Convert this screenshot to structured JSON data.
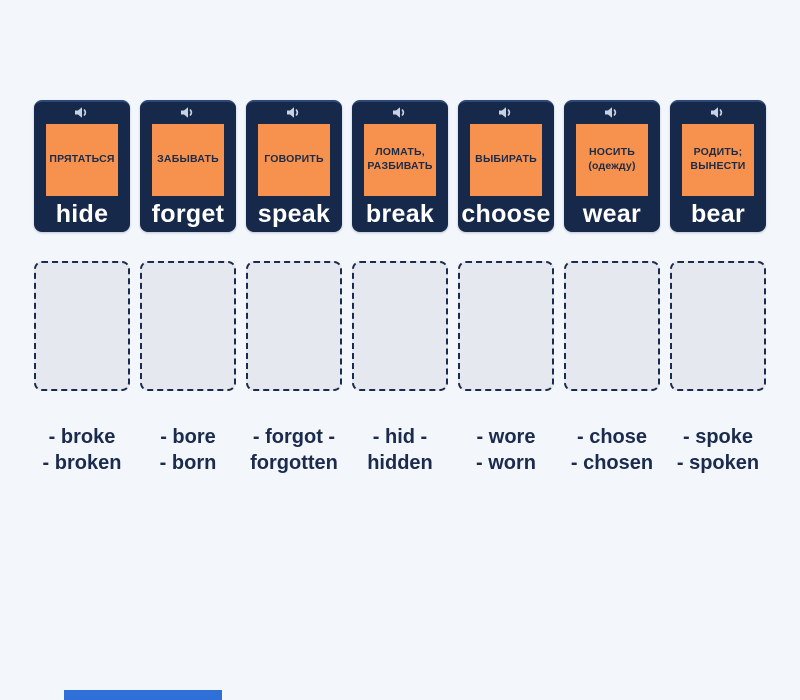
{
  "colors": {
    "page_bg": "#f3f7fc",
    "card_bg": "#17294a",
    "card_top_highlight": "#2c4877",
    "term_tile_bg": "#f6924e",
    "term_text": "#1d2b45",
    "card_word_text": "#ffffff",
    "slot_bg": "#e5e8ee",
    "slot_border": "#1b2b4d",
    "answer_text": "#1b2b4d",
    "speaker_icon": "#c9d2e0",
    "bottom_bar": "#2e6fd8"
  },
  "icons": {
    "speaker": "speaker-with-sound-wave"
  },
  "cards": [
    {
      "russian": "ПРЯТАТЬСЯ",
      "english": "hide"
    },
    {
      "russian": "ЗАБЫВАТЬ",
      "english": "forget"
    },
    {
      "russian": "ГОВОРИТЬ",
      "english": "speak"
    },
    {
      "russian": "ЛОМАТЬ,\nРАЗБИВАТЬ",
      "english": "break"
    },
    {
      "russian": "ВЫБИРАТЬ",
      "english": "choose"
    },
    {
      "russian": "НОСИТЬ\n(одежду)",
      "english": "wear"
    },
    {
      "russian": "РОДИТЬ;\nВЫНЕСТИ",
      "english": "bear"
    }
  ],
  "answers": [
    {
      "text": "- broke\n- broken"
    },
    {
      "text": "- bore\n- born"
    },
    {
      "text": "- forgot -\nforgotten"
    },
    {
      "text": "- hid -\nhidden"
    },
    {
      "text": "- wore\n- worn"
    },
    {
      "text": "- chose\n- chosen"
    },
    {
      "text": "- spoke\n- spoken"
    }
  ]
}
